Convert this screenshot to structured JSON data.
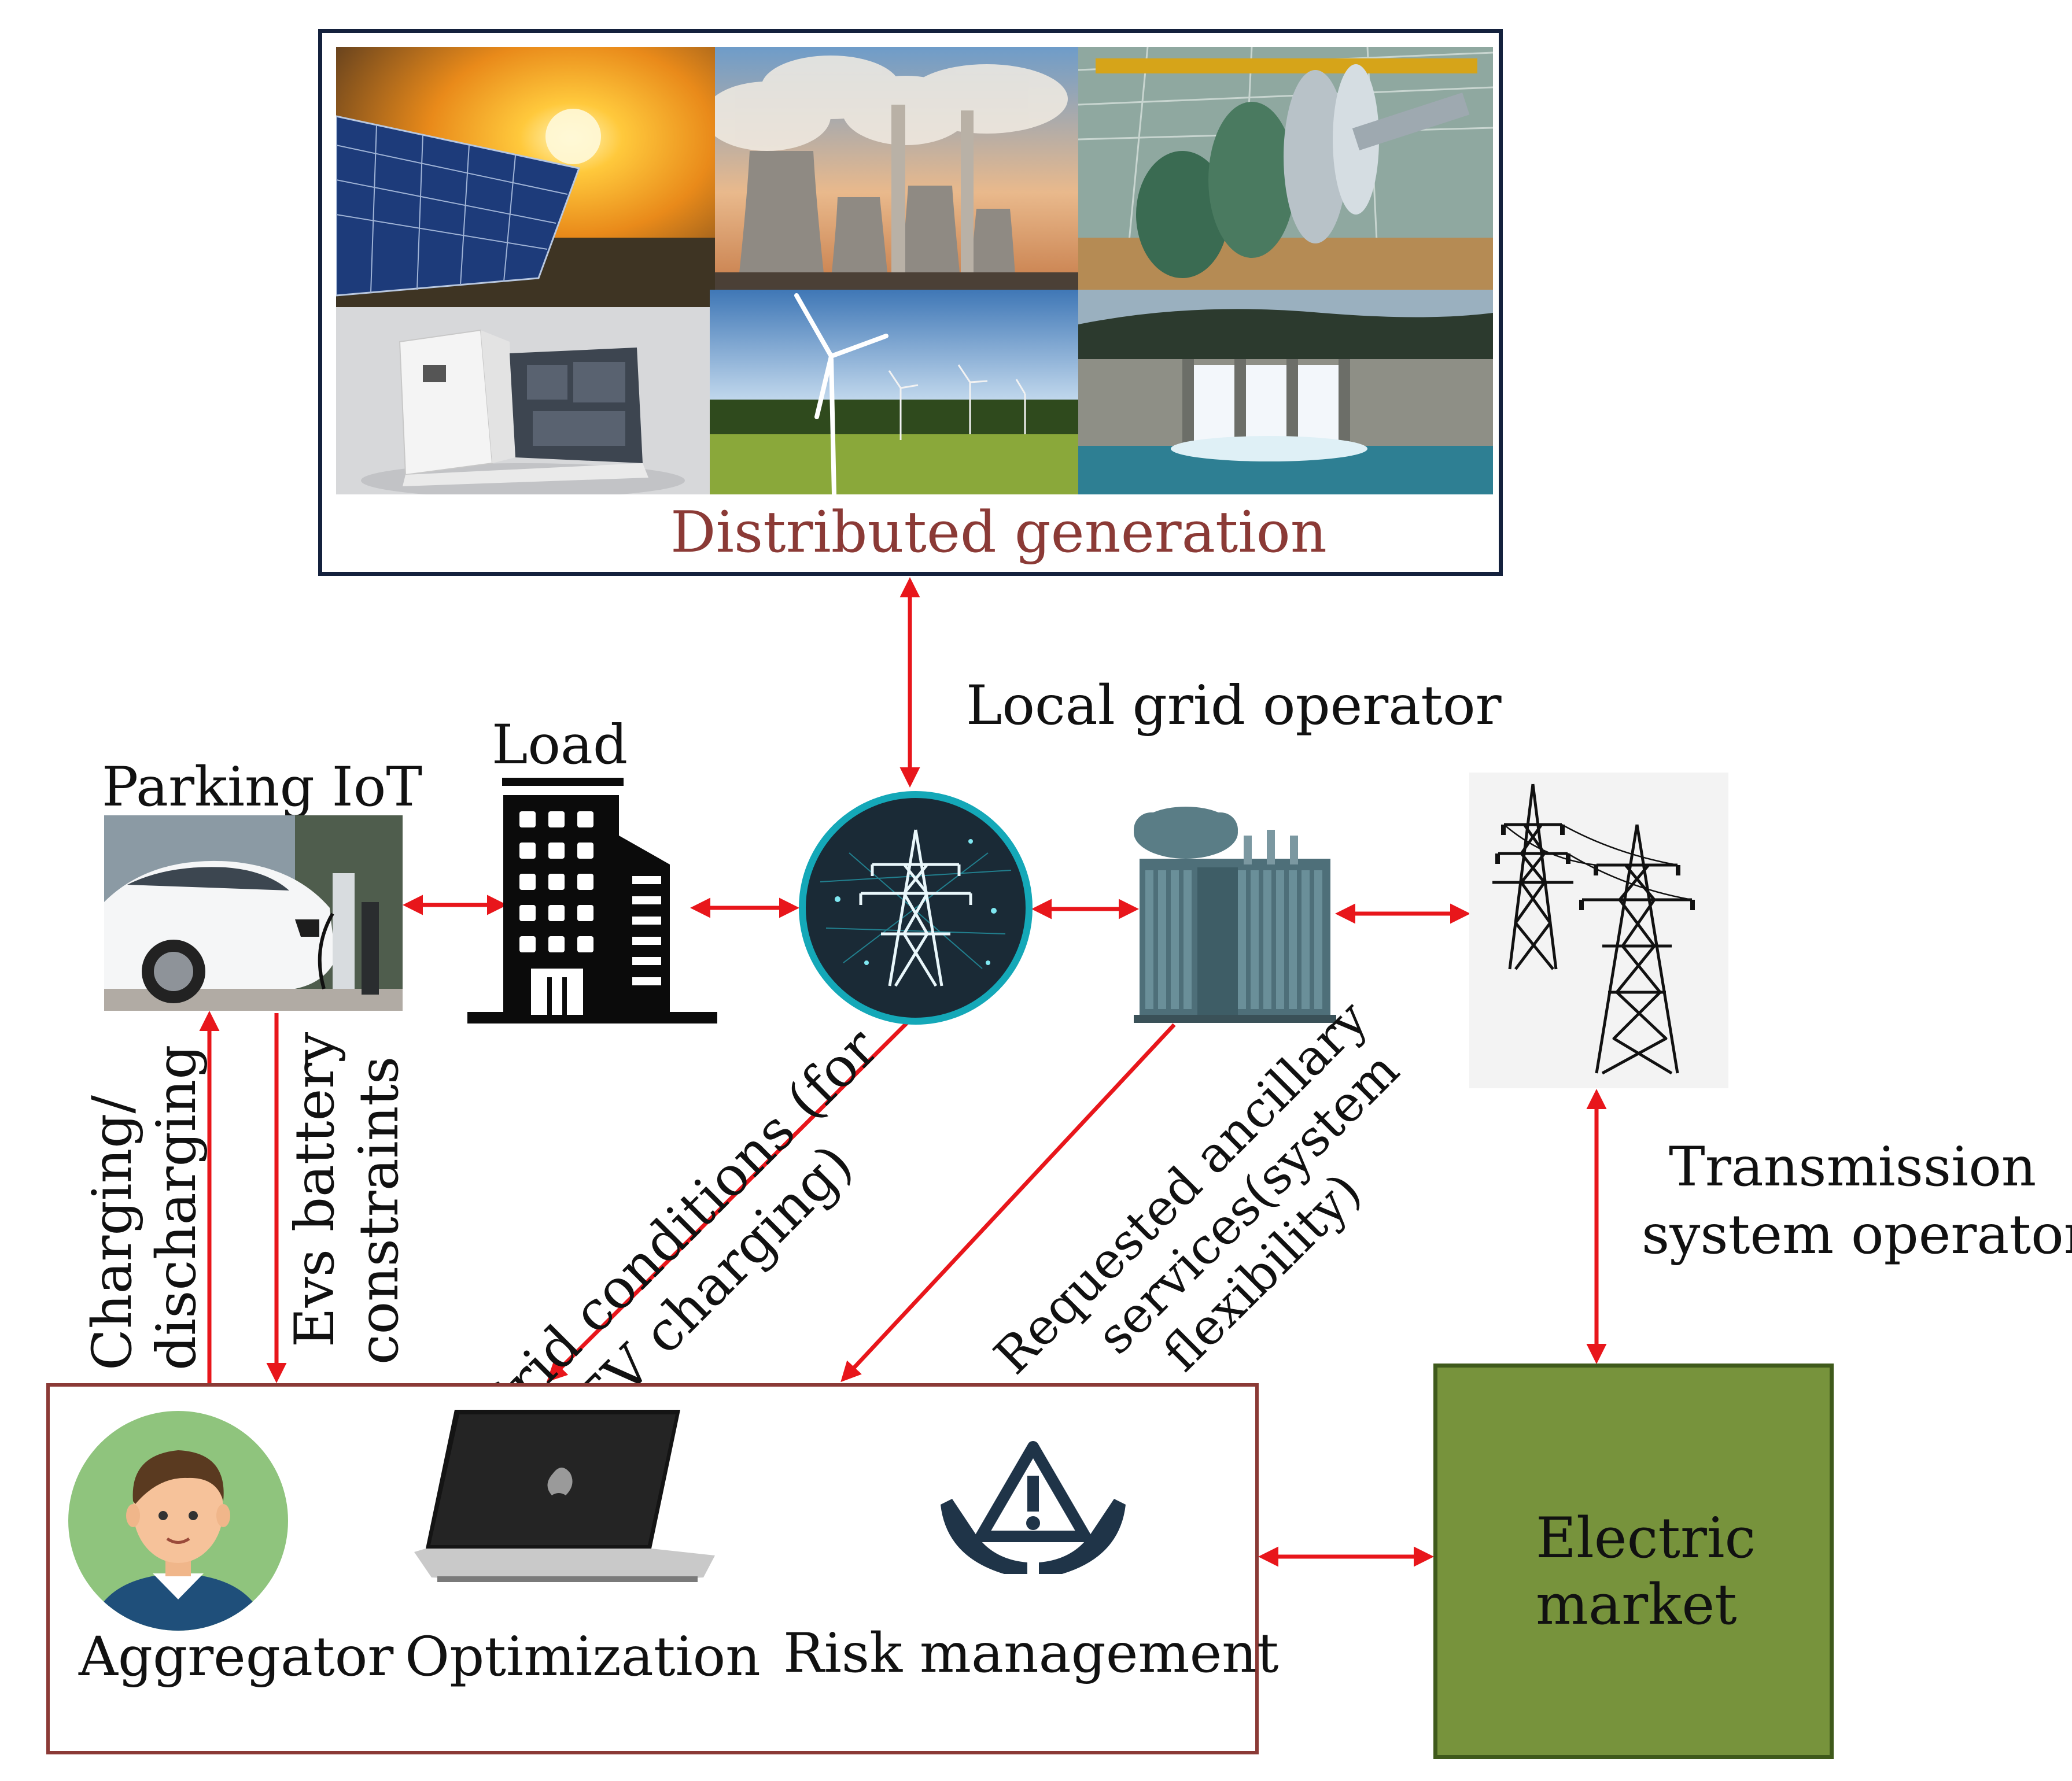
{
  "distributed_generation": {
    "label": "Distributed generation"
  },
  "nodes": {
    "local_grid_operator": "Local grid operator",
    "load": "Load",
    "parking": "Parking IoT",
    "tso_line1": "Transmission",
    "tso_line2": "system operator",
    "market_line1": "Electric",
    "market_line2": "market"
  },
  "flows": {
    "charging_line1": "Charging/",
    "charging_line2": "discharging",
    "evs_line1": "Evs battery",
    "evs_line2": "constraints",
    "grid_line1": "Grid conditions (for",
    "grid_line2": "EV charging)",
    "ancillary_line1": "Requested ancillary",
    "ancillary_line2": "services(system",
    "ancillary_line3": "flexibility)"
  },
  "aggregator_panel": {
    "aggregator": "Aggregator",
    "optimization": "Optimization",
    "risk": "Risk management"
  },
  "colors": {
    "arrow": "#e8161b",
    "dg_border": "#14213d",
    "dg_label": "#8b3a36",
    "aggregator_border": "#8b3a36",
    "market_fill": "#77933c",
    "grid_circle": "#1a2a36",
    "grid_ring": "#14a8b8"
  }
}
